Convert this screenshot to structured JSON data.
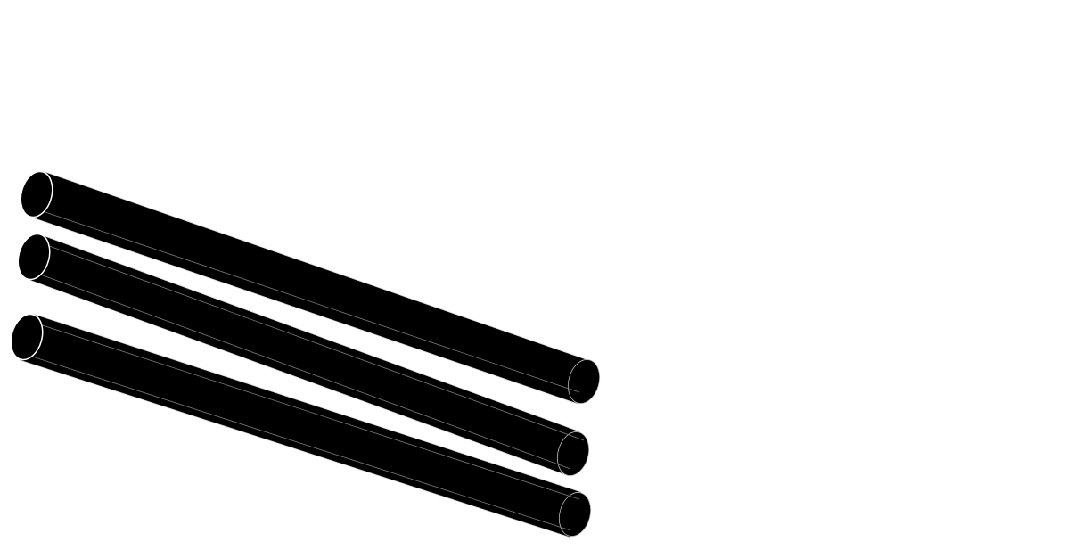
{
  "scene": {
    "objects": [
      {
        "type": "cylinder",
        "index": 1
      },
      {
        "type": "cylinder",
        "index": 2
      },
      {
        "type": "cylinder",
        "index": 3
      }
    ],
    "colors": {
      "background": "#ffffff",
      "body": "#000000",
      "edge": "#d9d9d9",
      "rim": "#ffffff",
      "line": "#7a7a7a"
    }
  }
}
